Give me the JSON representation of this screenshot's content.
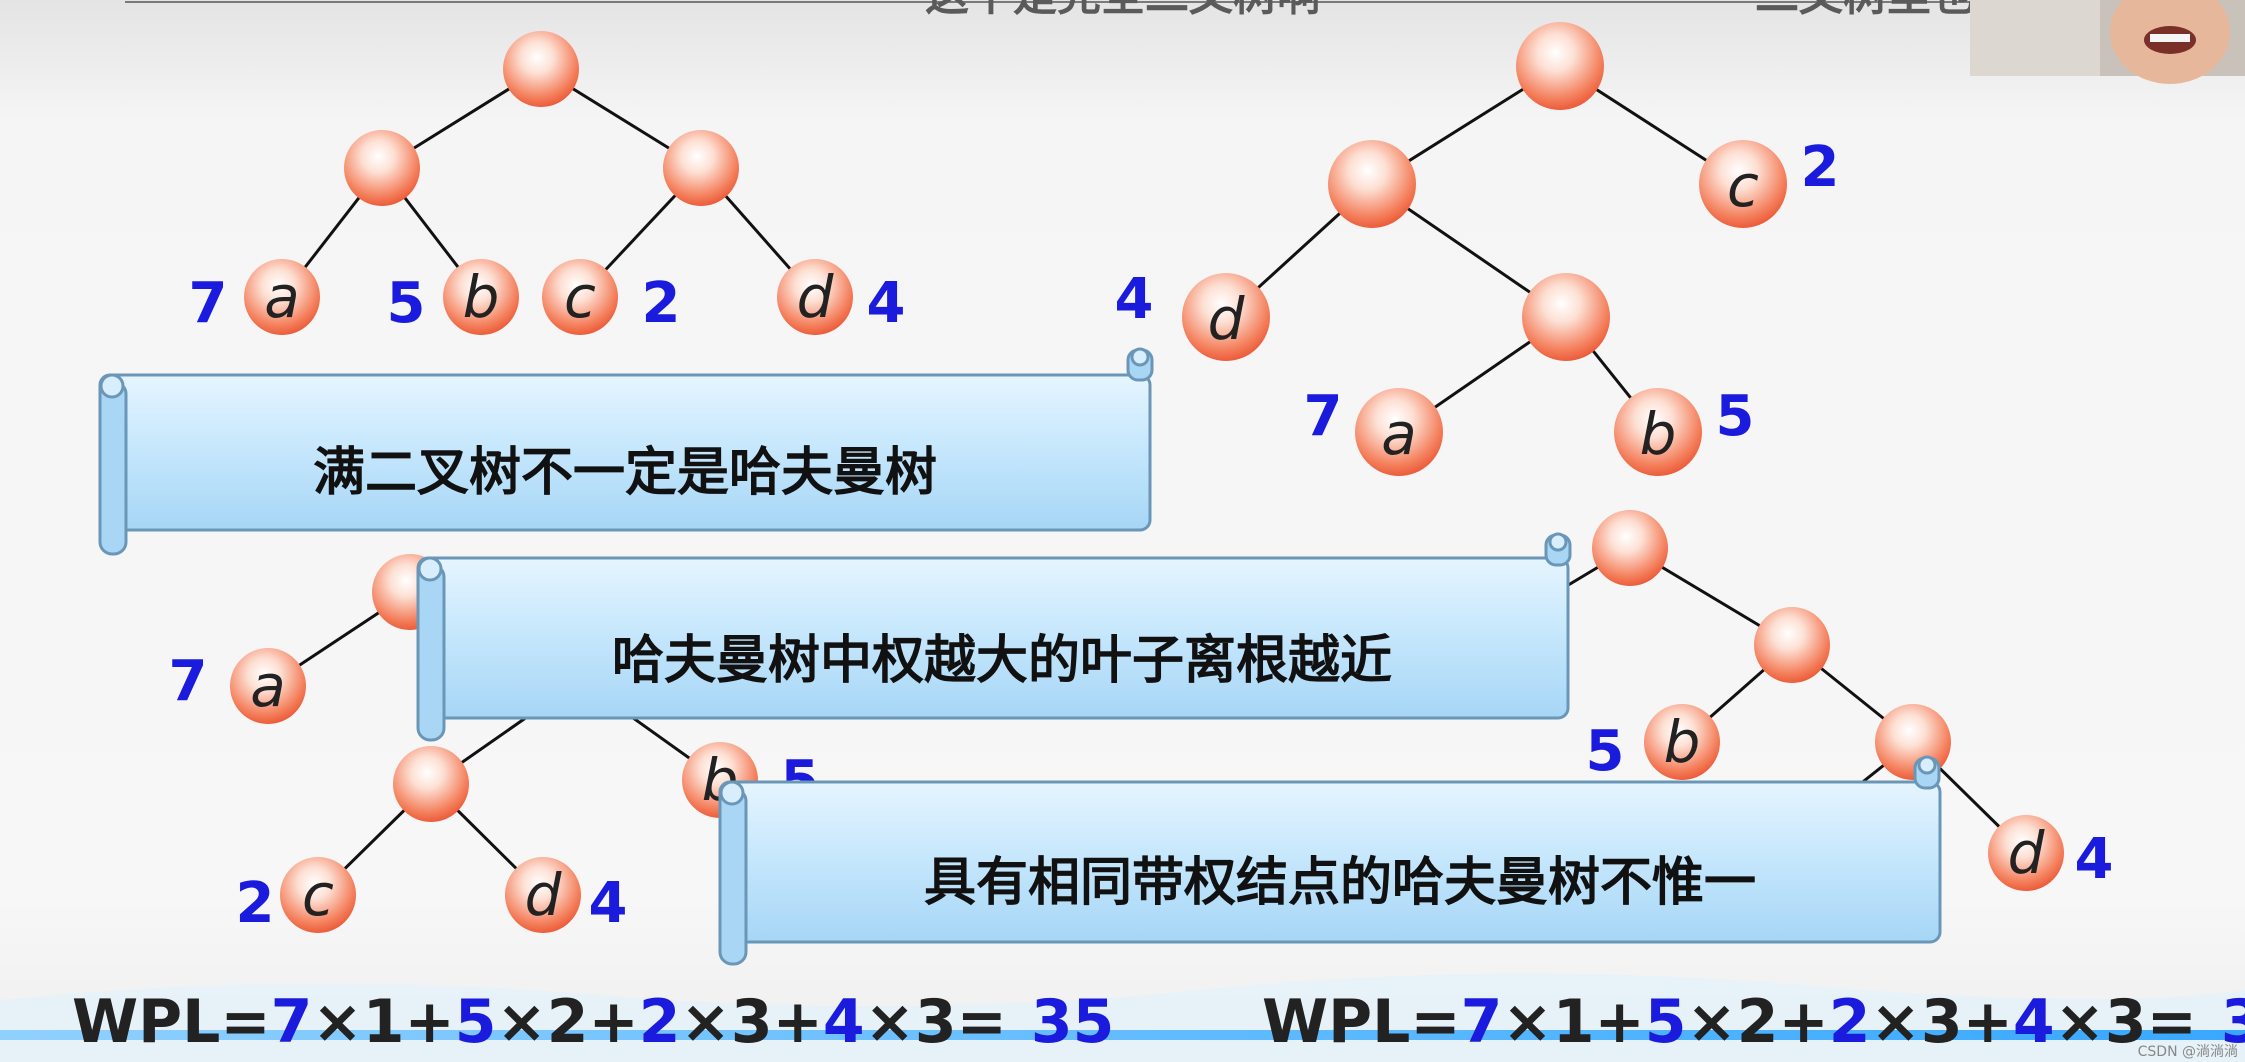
{
  "top_text": [
    "这个是完全二叉树啊",
    "二叉树里也有王潮"
  ],
  "trees": [
    {
      "leaves": [
        {
          "letter": "a",
          "weight": "7"
        },
        {
          "letter": "b",
          "weight": "5"
        },
        {
          "letter": "c",
          "weight": "2"
        },
        {
          "letter": "d",
          "weight": "4"
        }
      ]
    },
    {
      "leaves": [
        {
          "letter": "c",
          "weight": "2"
        },
        {
          "letter": "d",
          "weight": "4"
        },
        {
          "letter": "a",
          "weight": "7"
        },
        {
          "letter": "b",
          "weight": "5"
        }
      ]
    },
    {
      "leaves": [
        {
          "letter": "a",
          "weight": "7"
        },
        {
          "letter": "b",
          "weight": "5"
        },
        {
          "letter": "c",
          "weight": "2"
        },
        {
          "letter": "d",
          "weight": "4"
        }
      ]
    },
    {
      "leaves": [
        {
          "letter": "b",
          "weight": "5"
        },
        {
          "letter": "d",
          "weight": "4"
        }
      ]
    }
  ],
  "banners": [
    "满二叉树不一定是哈夫曼树",
    "哈夫曼树中权越大的叶子离根越近",
    "具有相同带权结点的哈夫曼树不惟一"
  ],
  "wpl": {
    "label": "WPL",
    "eq": "=",
    "times": "×",
    "plus": "+",
    "terms": [
      {
        "w": "7",
        "d": "1"
      },
      {
        "w": "5",
        "d": "2"
      },
      {
        "w": "2",
        "d": "3"
      },
      {
        "w": "4",
        "d": "3"
      }
    ],
    "result": "35"
  },
  "watermark": "CSDN @淌淌淌",
  "colors": {
    "node": "#e8452a",
    "weight": "#1b1bdd",
    "banner": "#bfe3fb"
  }
}
